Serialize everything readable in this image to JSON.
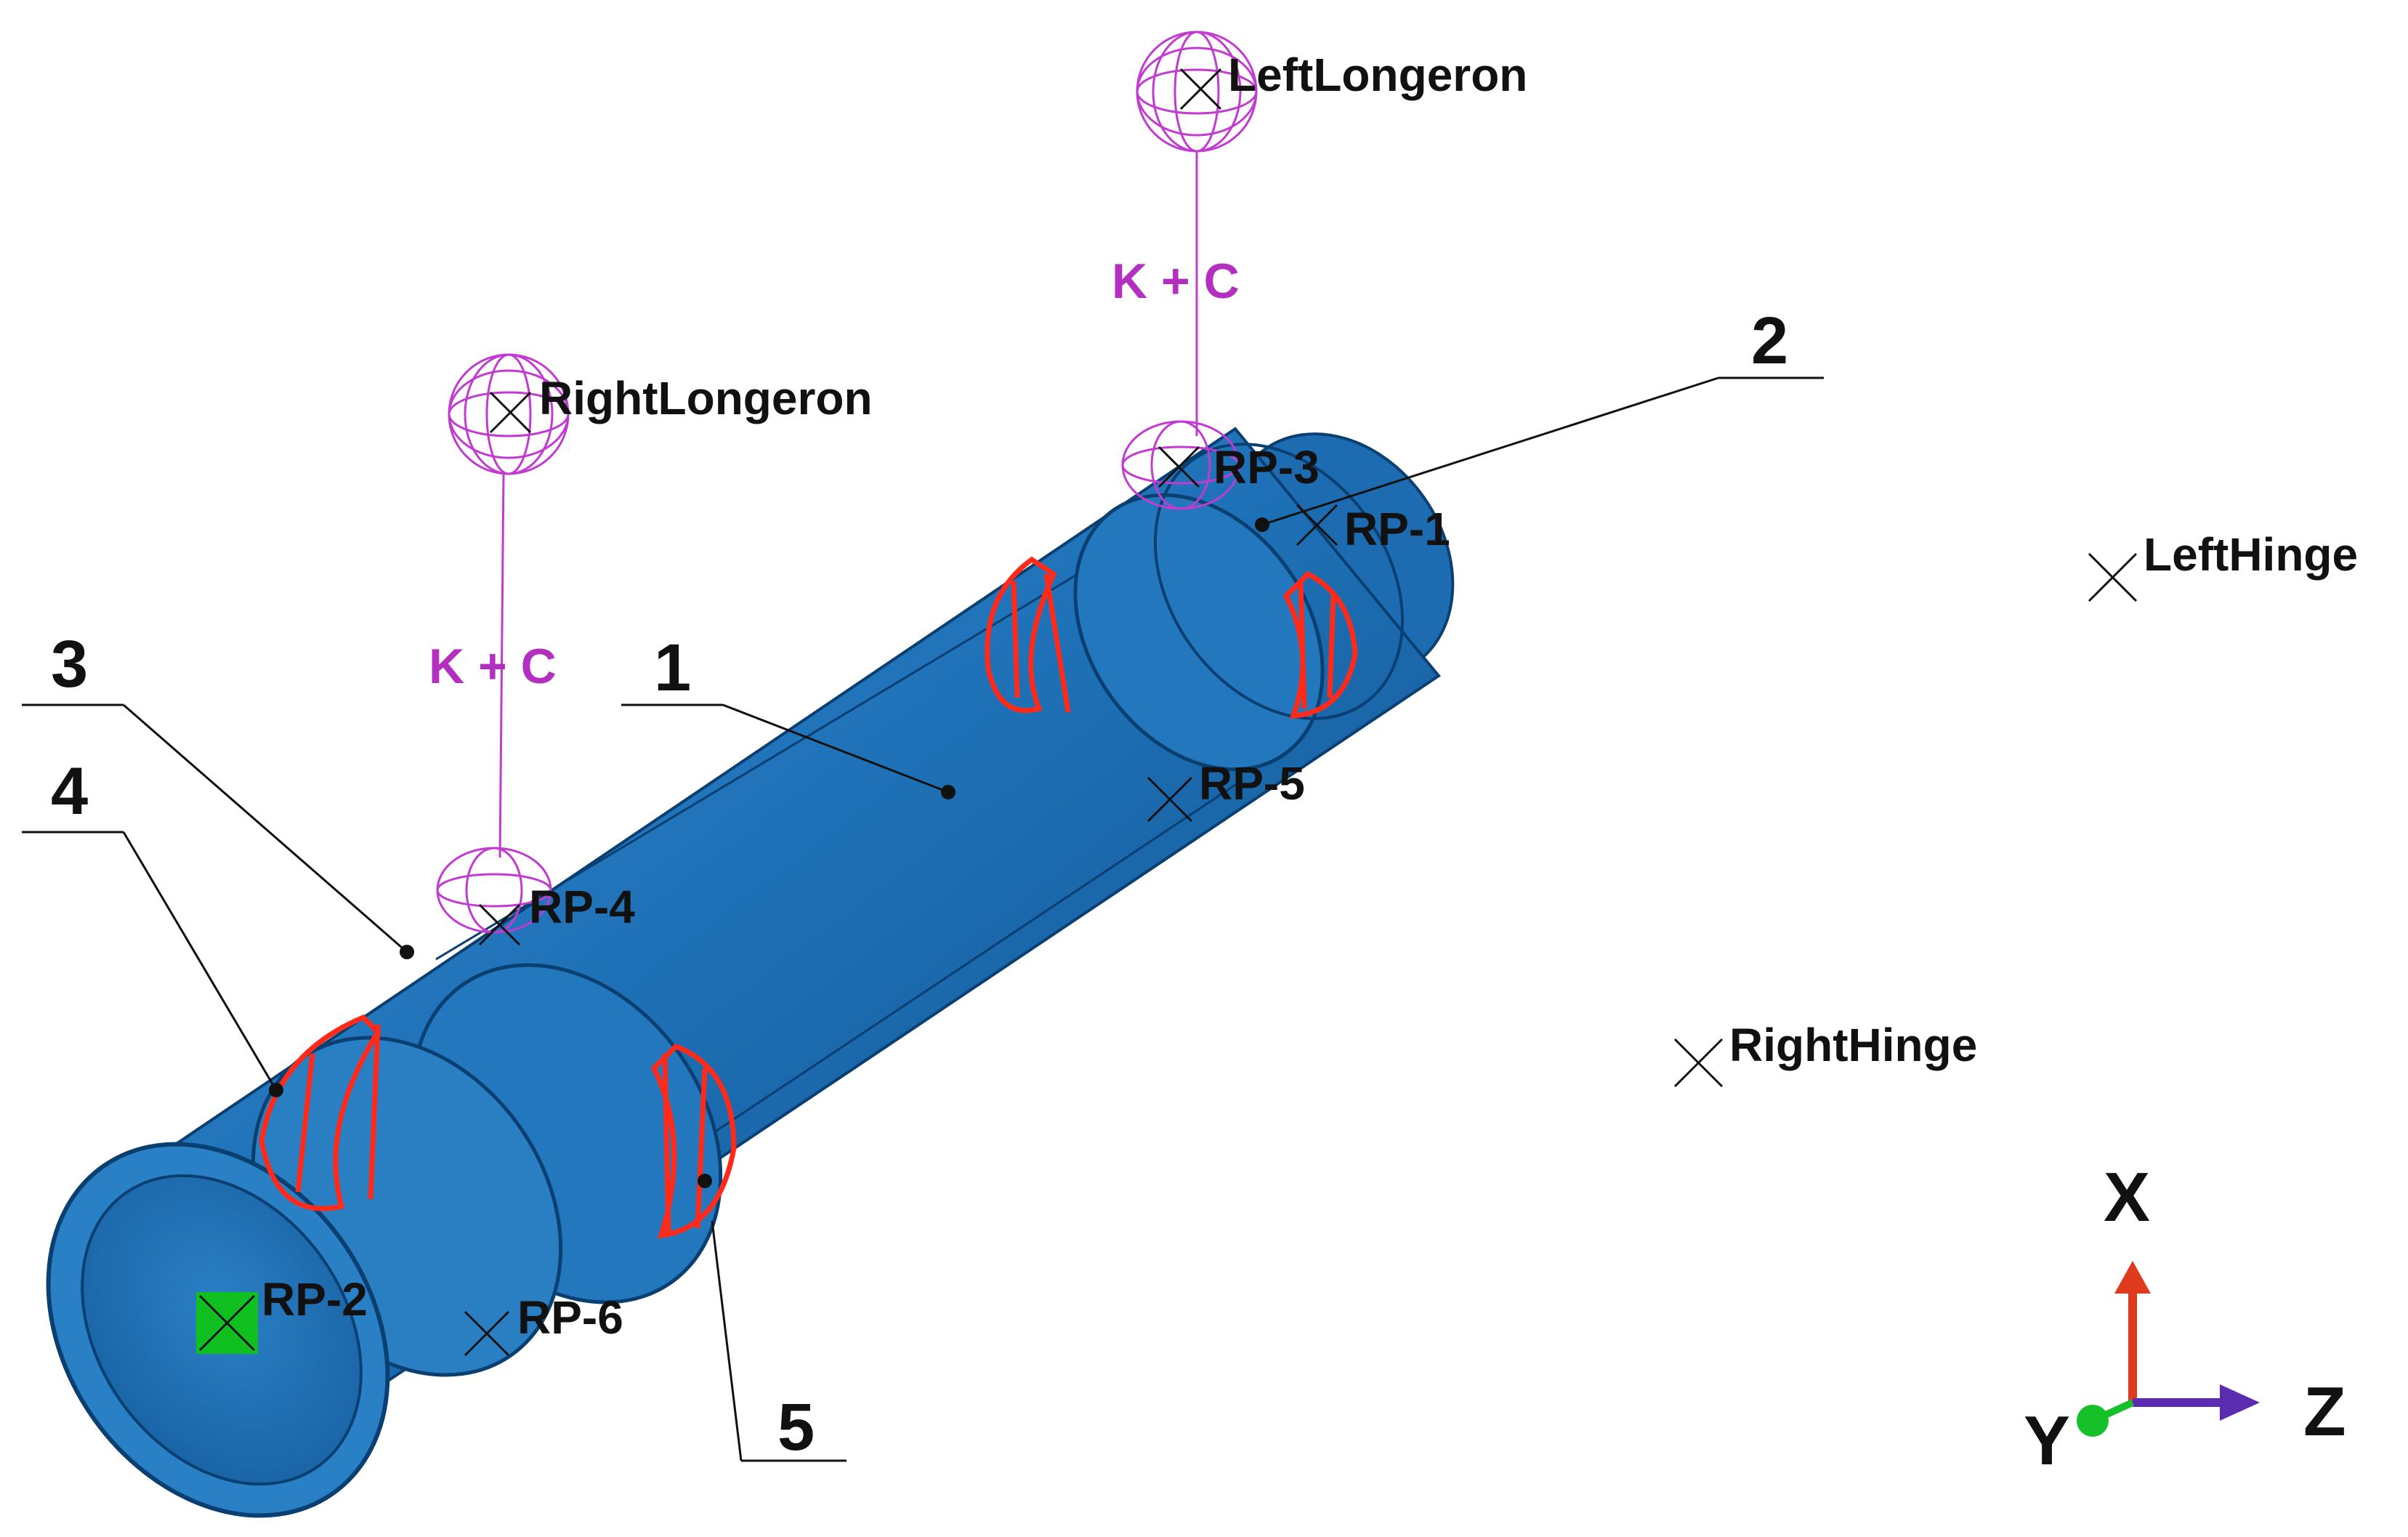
{
  "colors": {
    "pipe": "#1f72b8",
    "pipe_dark": "#0f4f88",
    "pipe_light": "#4f9ad6",
    "clamp": "#ff2a1a",
    "connector": "#c23bd1",
    "rp_marker_green": "#10c020",
    "axis_x": "#e03a1e",
    "axis_y": "#16c028",
    "axis_z": "#5b2bb0"
  },
  "labels": {
    "left_longeron": "LeftLongeron",
    "right_longeron": "RightLongeron",
    "left_hinge": "LeftHinge",
    "right_hinge": "RightHinge",
    "connector_left": "K + C",
    "connector_right": "K + C",
    "rp1": "RP-1",
    "rp2": "RP-2",
    "rp3": "RP-3",
    "rp4": "RP-4",
    "rp5": "RP-5",
    "rp6": "RP-6"
  },
  "callouts": {
    "c1": "1",
    "c2": "2",
    "c3": "3",
    "c4": "4",
    "c5": "5"
  },
  "triad": {
    "x": "X",
    "y": "Y",
    "z": "Z"
  },
  "icons": {
    "reference_point": "cross-icon",
    "longeron": "wire-sphere-icon",
    "coordinate_triad": "axis-triad-icon"
  }
}
